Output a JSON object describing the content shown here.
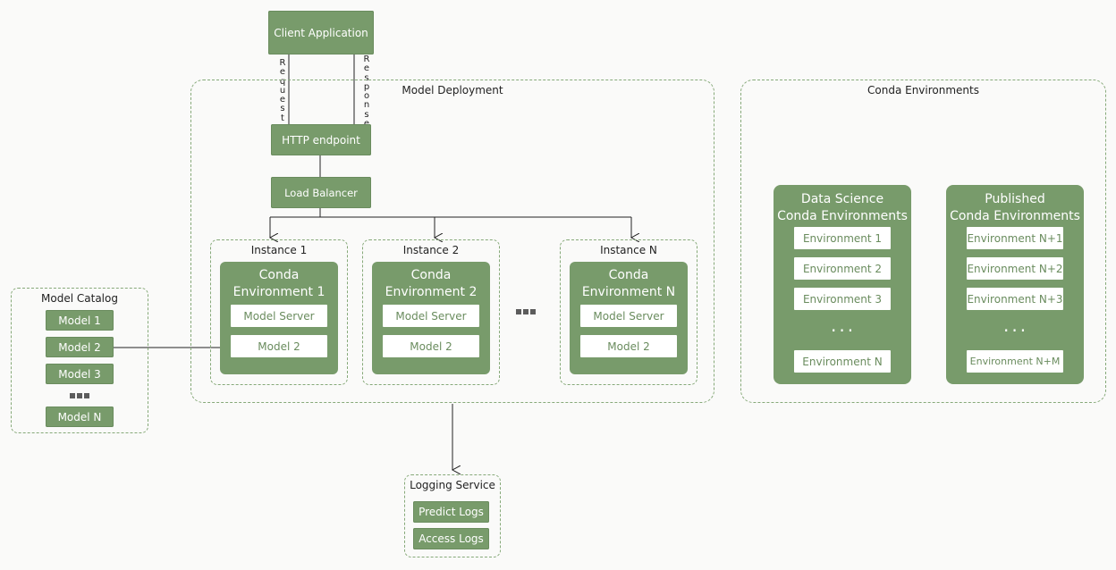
{
  "client": {
    "label": "Client Application"
  },
  "links": {
    "request": "Request",
    "response": "Response"
  },
  "deployment": {
    "title": "Model Deployment",
    "http": "HTTP endpoint",
    "lb": "Load Balancer",
    "instances": [
      {
        "title": "Instance 1",
        "env": [
          "Conda",
          "Environment 1"
        ],
        "server": "Model Server",
        "model": "Model 2"
      },
      {
        "title": "Instance 2",
        "env": [
          "Conda",
          "Environment 2"
        ],
        "server": "Model Server",
        "model": "Model 2"
      },
      {
        "title": "Instance N",
        "env": [
          "Conda",
          "Environment N"
        ],
        "server": "Model Server",
        "model": "Model 2"
      }
    ]
  },
  "catalog": {
    "title": "Model Catalog",
    "models": [
      "Model 1",
      "Model 2",
      "Model 3"
    ],
    "last": "Model N"
  },
  "logging": {
    "title": "Logging Service",
    "items": [
      "Predict Logs",
      "Access Logs"
    ]
  },
  "conda": {
    "title": "Conda Environments",
    "groups": [
      {
        "title": [
          "Data Science",
          "Conda Environments"
        ],
        "items": [
          "Environment 1",
          "Environment 2",
          "Environment 3"
        ],
        "ellipsis": "...",
        "last": "Environment N"
      },
      {
        "title": [
          "Published",
          "Conda Environments"
        ],
        "items": [
          "Environment N+1",
          "Environment N+2",
          "Environment N+3"
        ],
        "ellipsis": "...",
        "last": "Environment N+M"
      }
    ]
  },
  "colors": {
    "box": "#789b6b",
    "dash": "#86a979"
  }
}
